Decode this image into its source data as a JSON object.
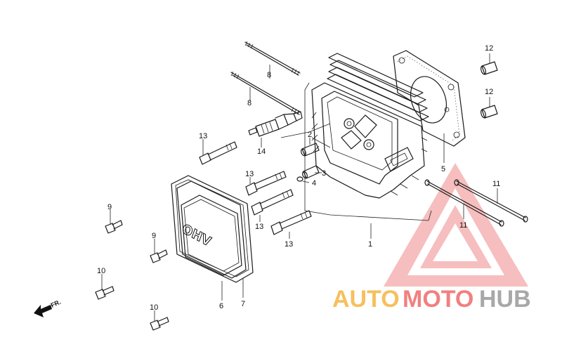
{
  "diagram": {
    "callouts": [
      {
        "id": "c1",
        "label": "1"
      },
      {
        "id": "c2",
        "label": "2"
      },
      {
        "id": "c3",
        "label": "3"
      },
      {
        "id": "c4",
        "label": "4"
      },
      {
        "id": "c5",
        "label": "5"
      },
      {
        "id": "c6",
        "label": "6"
      },
      {
        "id": "c7",
        "label": "7"
      },
      {
        "id": "c8a",
        "label": "8"
      },
      {
        "id": "c8b",
        "label": "8"
      },
      {
        "id": "c9a",
        "label": "9"
      },
      {
        "id": "c9b",
        "label": "9"
      },
      {
        "id": "c10a",
        "label": "10"
      },
      {
        "id": "c10b",
        "label": "10"
      },
      {
        "id": "c11a",
        "label": "11"
      },
      {
        "id": "c11b",
        "label": "11"
      },
      {
        "id": "c12a",
        "label": "12"
      },
      {
        "id": "c12b",
        "label": "12"
      },
      {
        "id": "c13a",
        "label": "13"
      },
      {
        "id": "c13b",
        "label": "13"
      },
      {
        "id": "c13c",
        "label": "13"
      },
      {
        "id": "c13d",
        "label": "13"
      },
      {
        "id": "c14",
        "label": "14"
      }
    ],
    "cover_stamp": "OHV",
    "direction_label": "FR."
  },
  "watermark": {
    "part1": "AUTO",
    "part2": "MOTO",
    "part3": "HUB",
    "colors": {
      "auto": "#f5b642",
      "moto": "#ef6a6a",
      "hub": "#9a9a9a",
      "triangle": "#f08b8b"
    }
  }
}
